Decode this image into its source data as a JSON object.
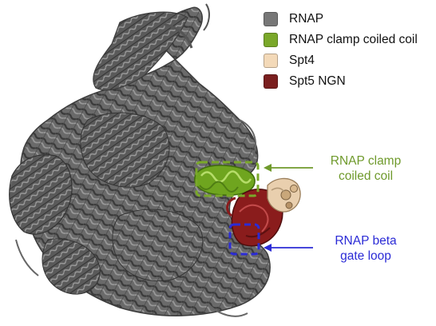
{
  "legend": {
    "items": [
      {
        "label": "RNAP",
        "color": "#777777"
      },
      {
        "label": "RNAP clamp coiled coil",
        "color": "#7aa82a"
      },
      {
        "label": "Spt4",
        "color": "#f3d9b8"
      },
      {
        "label": "Spt5 NGN",
        "color": "#7a1f1f"
      }
    ]
  },
  "annotations": {
    "clamp": {
      "text": "RNAP clamp\ncoiled coil",
      "color": "#6f9a2c"
    },
    "gate": {
      "text": "RNAP beta\ngate loop",
      "color": "#2b2bd6"
    }
  },
  "colors": {
    "protein_gray": "#555555",
    "protein_gray_dark": "#2e2e2e",
    "protein_gray_light": "#8a8a8a",
    "spt5": "#8a1c1c",
    "spt4": "#e9cfae",
    "coiled_coil": "#6fa51f"
  }
}
